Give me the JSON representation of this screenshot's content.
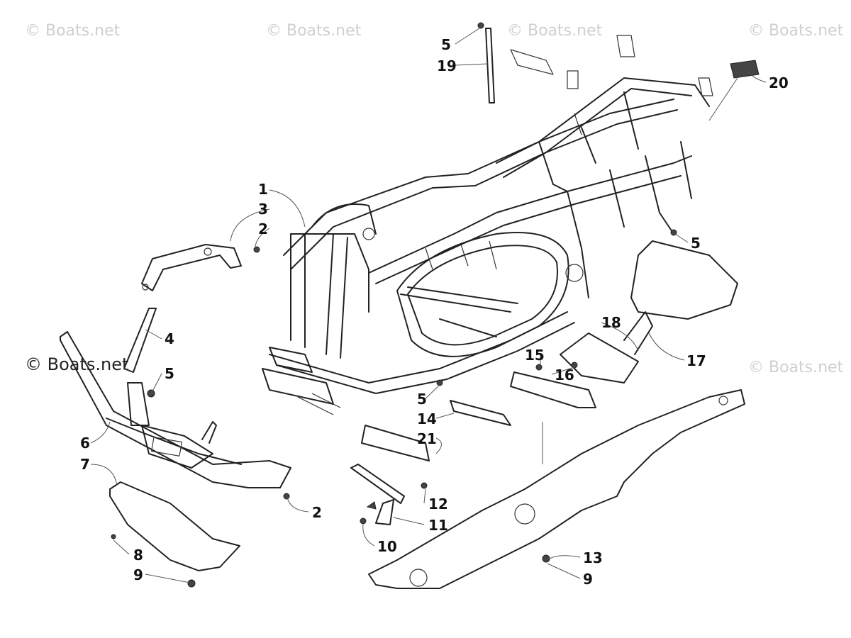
{
  "watermarks": [
    "© Boats.net",
    "© Boats.net",
    "© Boats.net",
    "© Boats.net",
    "© Boats.net",
    "© Boats.net"
  ],
  "callouts": {
    "c1": "1",
    "c2a": "2",
    "c2b": "2",
    "c3": "3",
    "c4": "4",
    "c5a": "5",
    "c5b": "5",
    "c5c": "5",
    "c5d": "5",
    "c6": "6",
    "c7": "7",
    "c8": "8",
    "c9a": "9",
    "c9b": "9",
    "c10": "10",
    "c11": "11",
    "c12": "12",
    "c13": "13",
    "c14": "14",
    "c15": "15",
    "c16": "16",
    "c17": "17",
    "c18": "18",
    "c19": "19",
    "c20": "20",
    "c21": "21"
  }
}
